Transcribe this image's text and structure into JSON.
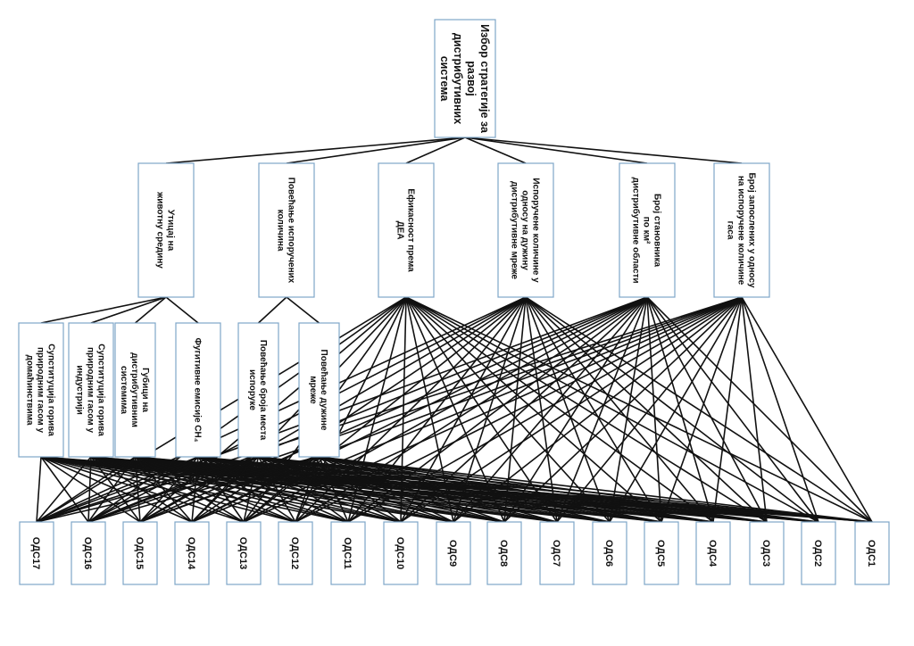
{
  "goal": {
    "lines": [
      "Избор стратегије за",
      "развој",
      "дистрибутивних",
      "система"
    ]
  },
  "criteria": [
    {
      "id": "c1",
      "lines": [
        "Утицај на",
        "животну средину"
      ]
    },
    {
      "id": "c2",
      "lines": [
        "Повећање испоручених",
        "количина"
      ]
    },
    {
      "id": "c3",
      "lines": [
        "Ефикасност према",
        "ДЕА"
      ]
    },
    {
      "id": "c4",
      "lines": [
        "Испоручене количине у",
        "односу на дужину",
        "дистрибутивне мреже"
      ]
    },
    {
      "id": "c5",
      "lines": [
        "Број становника",
        "по км²",
        "дистрибутивне области"
      ]
    },
    {
      "id": "c6",
      "lines": [
        "Број запослених у односу",
        "на испоручене количине",
        "гаса"
      ]
    }
  ],
  "subcriteria": [
    {
      "id": "s1",
      "parent": "c1",
      "lines": [
        "Супституција горива",
        "природним гасом у",
        "домаћинствима"
      ]
    },
    {
      "id": "s2",
      "parent": "c1",
      "lines": [
        "Супституција горива",
        "природним гасом у",
        "индустрији"
      ]
    },
    {
      "id": "s3",
      "parent": "c1",
      "lines": [
        "Губици на",
        "дистрибутивним",
        "системима"
      ]
    },
    {
      "id": "s4",
      "parent": "c1",
      "lines": [
        "Фугитивне емисије CH₄"
      ]
    },
    {
      "id": "s5",
      "parent": "c2",
      "lines": [
        "Повећање броја места",
        "испоруке"
      ]
    },
    {
      "id": "s6",
      "parent": "c2",
      "lines": [
        "Повећање дужине",
        "мреже"
      ]
    }
  ],
  "alternatives": [
    "ОДС17",
    "ОДС16",
    "ОДС15",
    "ОДС14",
    "ОДС13",
    "ОДС12",
    "ОДС11",
    "ОДС10",
    "ОДС9",
    "ОДС8",
    "ОДС7",
    "ОДС6",
    "ОДС5",
    "ОДС4",
    "ОДС3",
    "ОДС2",
    "ОДС1"
  ]
}
